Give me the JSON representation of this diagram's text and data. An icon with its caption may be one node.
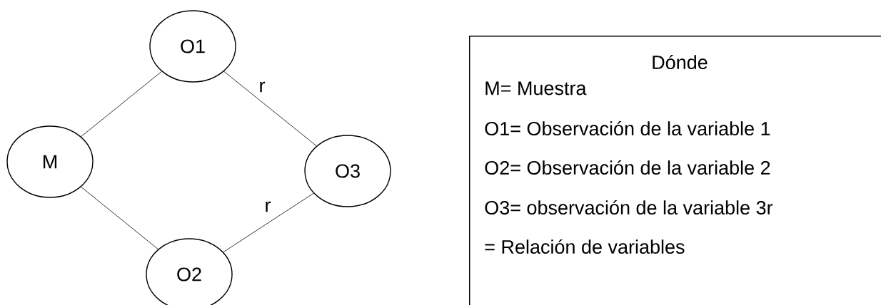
{
  "diagram": {
    "nodes": [
      {
        "text": [
          "O1"
        ]
      },
      {
        "text": [
          "M"
        ]
      },
      {
        "text": [
          "O3"
        ]
      },
      {
        "text": [
          "O2"
        ]
      },
      {
        "text": [
          "Dónde",
          "M= Muestra",
          "O1= Observación de la variable 1",
          "O2= Observación de la variable 2",
          "O3= observación de la variable 3r",
          "= Relación de variables"
        ]
      }
    ],
    "edges": [
      {
        "from": 1,
        "to": 0,
        "arrow": "none"
      },
      {
        "from": 0,
        "to": 2,
        "arrow": "none",
        "label": "r"
      },
      {
        "from": 1,
        "to": 3,
        "arrow": "none"
      },
      {
        "from": 3,
        "to": 2,
        "arrow": "none",
        "label": "r"
      }
    ]
  }
}
